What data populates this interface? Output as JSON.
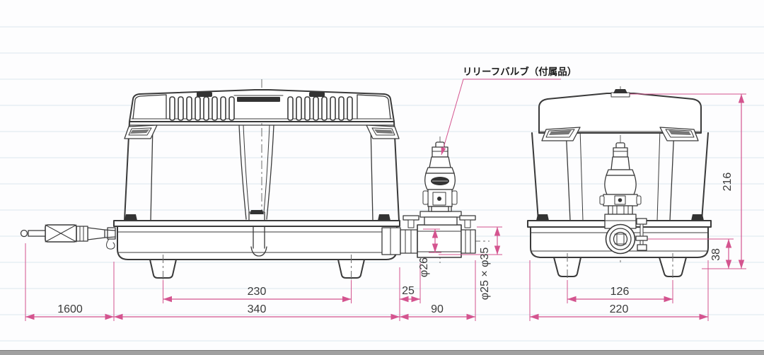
{
  "page": {
    "background": "#fdfdfe",
    "bottom_bar_color": "#a0a0a0"
  },
  "colors": {
    "drawing_line": "#3a3a3a",
    "dimension_line": "#d4548f",
    "dimension_text": "#3a3a3a"
  },
  "callout": {
    "relief_valve_label": "リリーフバルブ（付属品）"
  },
  "front_view": {
    "dims": {
      "feet_pitch": "230",
      "overall_width": "340",
      "cord_length": "1600",
      "outlet_gap": "25",
      "outlet_length": "90",
      "pipe_bore": "φ26",
      "pipe_diameters": "φ25 × φ35"
    }
  },
  "side_view": {
    "dims": {
      "overall_height": "216",
      "outlet_height": "38",
      "feet_pitch": "126",
      "overall_depth": "220"
    }
  }
}
